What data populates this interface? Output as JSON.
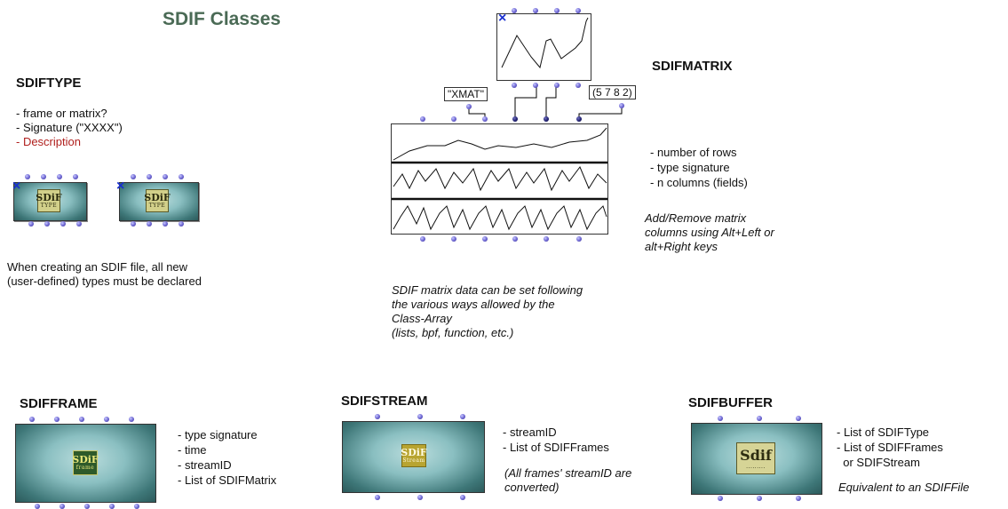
{
  "title": "SDIF Classes",
  "sdiftype": {
    "heading": "SDIFTYPE",
    "bullets": [
      "- frame or matrix?",
      "- Signature (\"XXXX\")",
      "- Description"
    ],
    "icon_big": "SDiF",
    "icon_small": "TYPE",
    "note": [
      "When creating an SDIF file, all new",
      "(user-defined) types must be declared"
    ]
  },
  "sdifmatrix": {
    "heading": "SDIFMATRIX",
    "input_signature": "\"XMAT\"",
    "input_list": "(5 7 8 2)",
    "bullets": [
      "- number of rows",
      "- type signature",
      "- n columns (fields)"
    ],
    "hint": [
      "Add/Remove matrix",
      "columns using Alt+Left or",
      "alt+Right keys"
    ],
    "note": [
      "SDIF matrix data can be set following",
      "the various ways allowed by the",
      "Class-Array",
      "(lists, bpf, function, etc.)"
    ]
  },
  "sdifframe": {
    "heading": "SDIFFRAME",
    "icon_big": "SDiF",
    "icon_small": "frame",
    "bullets": [
      "- type signature",
      "- time",
      "- streamID",
      "- List of SDIFMatrix"
    ]
  },
  "sdifstream": {
    "heading": "SDIFSTREAM",
    "icon_big": "SDiF",
    "icon_small": "Stream",
    "bullets": [
      "- streamID",
      "- List of SDIFFrames"
    ],
    "note": [
      "(All frames' streamID are",
      "converted)"
    ]
  },
  "sdifbuffer": {
    "heading": "SDIFBUFFER",
    "icon_big": "Sdif",
    "bullets": [
      "- List of SDIFType",
      "- List of SDIFFrames",
      "  or SDIFStream"
    ],
    "note": "Equivalent to an SDIFFile"
  },
  "colors": {
    "title": "#4a6a55",
    "description_bullet": "#b0201e",
    "box_dark": "#2c5a5b",
    "box_light": "#bcdede",
    "inlet": "#6a63d0",
    "close_x": "#1a30d0"
  },
  "icons": [
    "close-x-icon",
    "sdif-type-icon",
    "sdif-frame-icon",
    "sdif-stream-icon",
    "sdif-buffer-icon",
    "bpf-plot-icon"
  ]
}
